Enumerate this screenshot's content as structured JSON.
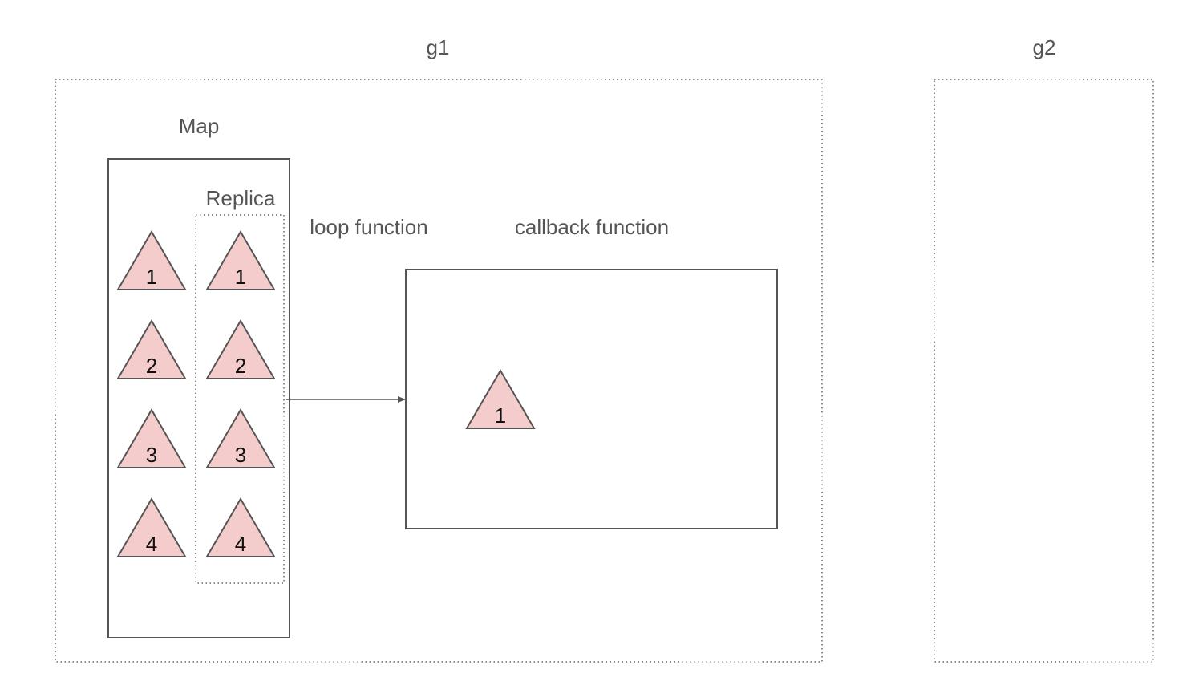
{
  "groups": [
    {
      "id": "g1",
      "label": "g1"
    },
    {
      "id": "g2",
      "label": "g2"
    }
  ],
  "map": {
    "label": "Map",
    "items": [
      "1",
      "2",
      "3",
      "4"
    ]
  },
  "replica": {
    "label": "Replica",
    "items": [
      "1",
      "2",
      "3",
      "4"
    ]
  },
  "loop_label": "loop function",
  "callback": {
    "label": "callback function",
    "items": [
      "1"
    ]
  },
  "colors": {
    "triangle_fill": "#f4cccc",
    "stroke": "#555555",
    "label": "#555555"
  },
  "edges": [
    {
      "from": "replica",
      "to": "callback",
      "label": "loop function"
    }
  ]
}
